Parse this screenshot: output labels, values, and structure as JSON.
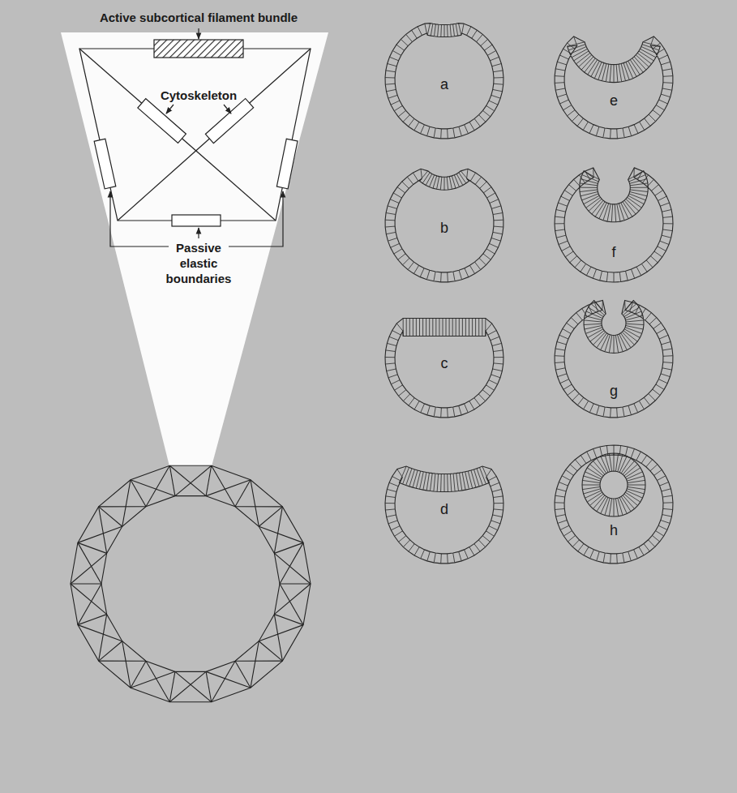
{
  "diagram": {
    "labels": [
      "Active subcortical filament bundle",
      "Cytoskeleton",
      "Passive elastic boundaries",
      "a",
      "b",
      "c",
      "d",
      "e",
      "f",
      "g",
      "h"
    ]
  }
}
